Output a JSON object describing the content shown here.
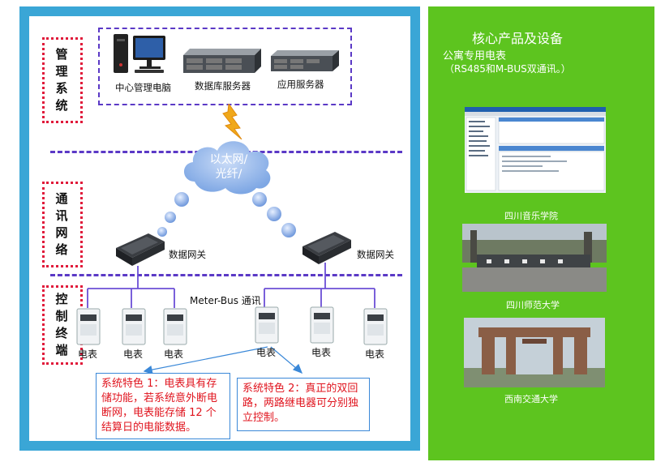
{
  "sections": {
    "management": "管理系统",
    "network": "通讯网络",
    "control": "控制终端"
  },
  "devices": {
    "pc": "中心管理电脑",
    "db_server": "数据库服务器",
    "app_server": "应用服务器"
  },
  "cloud": {
    "line1": "以太网/",
    "line2": "光纤/"
  },
  "gateway": "数据网关",
  "bus_label": "Meter-Bus 通讯",
  "meter_label": "电表",
  "callouts": [
    "系统特色 1：电表具有存储功能，若系统意外断电断网，电表能存储 12 个结算日的电能数据。",
    "系统特色 2：真正的双回路，两路继电器可分别独立控制。"
  ],
  "right_panel": {
    "title": "核心产品及设备",
    "product": "公寓专用电表",
    "product_note": "（RS485和M-BUS双通讯。）",
    "captions": [
      "四川音乐学院",
      "四川师范大学",
      "西南交通大学"
    ]
  },
  "colors": {
    "frame": "#3aa6d6",
    "panel": "#5dc41f",
    "dash": "#5b39c6",
    "section_border": "#e0193a",
    "callout_text": "#e0141e"
  }
}
